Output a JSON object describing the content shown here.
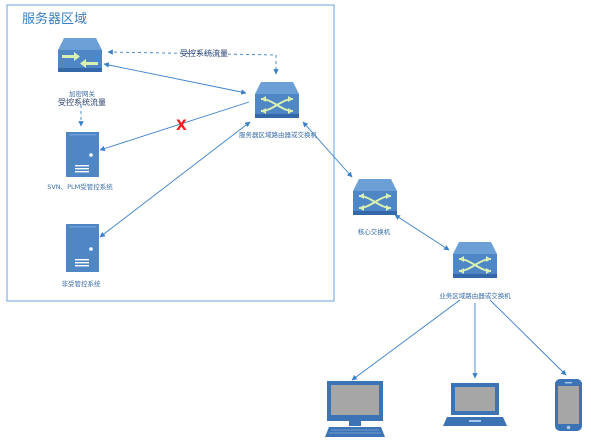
{
  "zone": {
    "title": "服务器区域"
  },
  "labels": {
    "controlled_flow_top": "受控系统流量",
    "controlled_flow_mid": "受控系统流量",
    "gateway": "加密网关",
    "server_router": "服务器区域路由器或交换机",
    "svn_plm": "SVN、PLM受管控系统",
    "uncontrolled": "非受管控系统",
    "core_switch": "核心交换机",
    "business_router": "业务区域路由器或交换机"
  },
  "blocked_mark": "X",
  "colors": {
    "device_blue": "#4f86c6",
    "device_dark": "#3568a8",
    "arrow_green": "#d8f0b0",
    "line_blue": "#3a80c8",
    "zone_border": "#6aa0d8",
    "blocked_red": "#ff1a1a"
  },
  "icons": [
    "router-icon",
    "server-icon",
    "desktop-icon",
    "laptop-icon",
    "mobile-icon"
  ]
}
